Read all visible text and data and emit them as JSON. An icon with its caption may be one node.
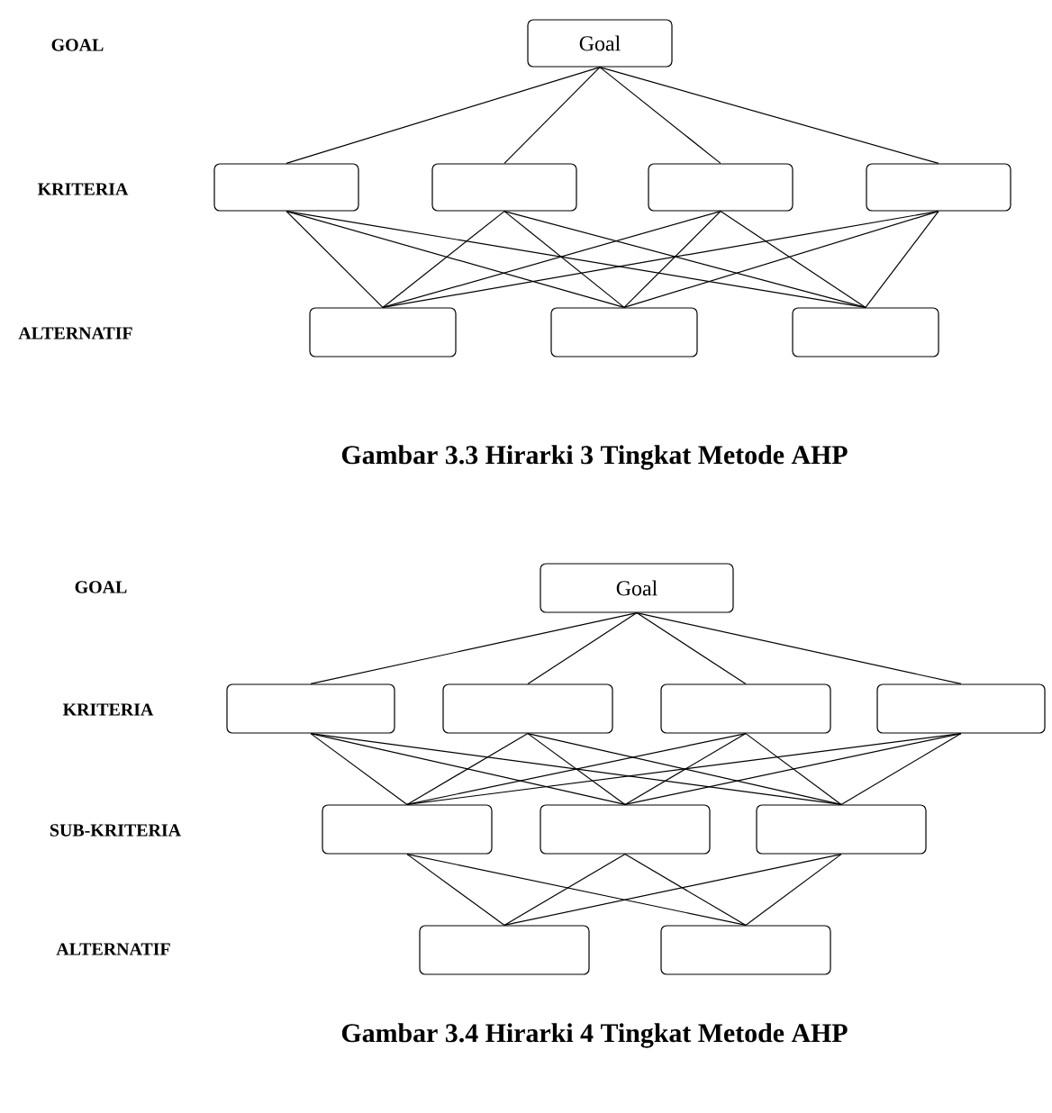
{
  "diagram": {
    "nodes": [
      {
        "text": [
          "Goal"
        ]
      },
      {
        "text": [],
        "shape": "box"
      },
      {
        "text": [],
        "shape": "box"
      },
      {
        "text": [],
        "shape": "box"
      },
      {
        "text": [],
        "shape": "box"
      },
      {
        "text": [],
        "shape": "box"
      },
      {
        "text": [],
        "shape": "box"
      },
      {
        "text": [],
        "shape": "box"
      },
      {
        "text": [
          "Goal"
        ]
      },
      {
        "text": [],
        "shape": "box"
      },
      {
        "text": [],
        "shape": "box"
      },
      {
        "text": [],
        "shape": "box"
      },
      {
        "text": [],
        "shape": "box"
      },
      {
        "text": [],
        "shape": "box"
      },
      {
        "text": [],
        "shape": "box"
      },
      {
        "text": [],
        "shape": "box"
      },
      {
        "text": [],
        "shape": "box"
      },
      {
        "text": [],
        "shape": "box"
      }
    ],
    "edges": [
      {
        "from": 0,
        "to": 1,
        "arrow": "none"
      },
      {
        "from": 0,
        "to": 2,
        "arrow": "none"
      },
      {
        "from": 0,
        "to": 3,
        "arrow": "none"
      },
      {
        "from": 0,
        "to": 4,
        "arrow": "none"
      },
      {
        "from": 1,
        "to": 5,
        "arrow": "none"
      },
      {
        "from": 1,
        "to": 6,
        "arrow": "none"
      },
      {
        "from": 1,
        "to": 7,
        "arrow": "none"
      },
      {
        "from": 2,
        "to": 5,
        "arrow": "none"
      },
      {
        "from": 2,
        "to": 6,
        "arrow": "none"
      },
      {
        "from": 2,
        "to": 7,
        "arrow": "none"
      },
      {
        "from": 3,
        "to": 5,
        "arrow": "none"
      },
      {
        "from": 3,
        "to": 6,
        "arrow": "none"
      },
      {
        "from": 3,
        "to": 7,
        "arrow": "none"
      },
      {
        "from": 4,
        "to": 5,
        "arrow": "none"
      },
      {
        "from": 4,
        "to": 6,
        "arrow": "none"
      },
      {
        "from": 4,
        "to": 7,
        "arrow": "none"
      },
      {
        "from": 8,
        "to": 9,
        "arrow": "none"
      },
      {
        "from": 8,
        "to": 10,
        "arrow": "none"
      },
      {
        "from": 8,
        "to": 11,
        "arrow": "none"
      },
      {
        "from": 8,
        "to": 12,
        "arrow": "none"
      },
      {
        "from": 9,
        "to": 13,
        "arrow": "none"
      },
      {
        "from": 9,
        "to": 14,
        "arrow": "none"
      },
      {
        "from": 9,
        "to": 15,
        "arrow": "none"
      },
      {
        "from": 10,
        "to": 13,
        "arrow": "none"
      },
      {
        "from": 10,
        "to": 14,
        "arrow": "none"
      },
      {
        "from": 10,
        "to": 15,
        "arrow": "none"
      },
      {
        "from": 11,
        "to": 13,
        "arrow": "none"
      },
      {
        "from": 11,
        "to": 14,
        "arrow": "none"
      },
      {
        "from": 11,
        "to": 15,
        "arrow": "none"
      },
      {
        "from": 12,
        "to": 13,
        "arrow": "none"
      },
      {
        "from": 12,
        "to": 14,
        "arrow": "none"
      },
      {
        "from": 12,
        "to": 15,
        "arrow": "none"
      },
      {
        "from": 13,
        "to": 16,
        "arrow": "none"
      },
      {
        "from": 13,
        "to": 17,
        "arrow": "none"
      },
      {
        "from": 14,
        "to": 16,
        "arrow": "none"
      },
      {
        "from": 14,
        "to": 17,
        "arrow": "none"
      },
      {
        "from": 15,
        "to": 16,
        "arrow": "none"
      },
      {
        "from": 15,
        "to": 17,
        "arrow": "none"
      }
    ],
    "labels": [
      "GOAL",
      "KRITERIA",
      "ALTERNATIF",
      "Gambar 3.3  Hirarki 3 Tingkat Metode AHP",
      "GOAL",
      "KRITERIA",
      "SUB-KRITERIA",
      "ALTERNATIF",
      "Gambar 3.4  Hirarki 4 Tingkat Metode AHP"
    ]
  }
}
